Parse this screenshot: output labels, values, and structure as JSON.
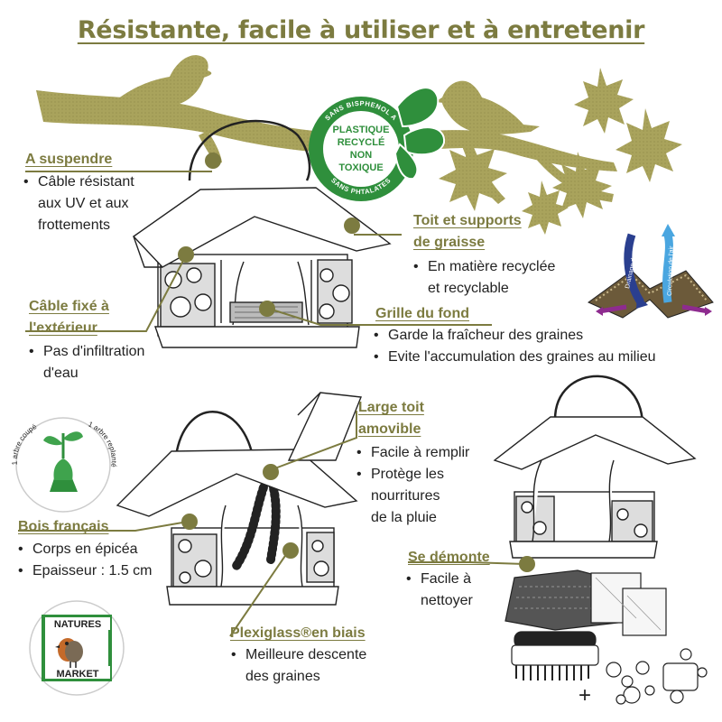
{
  "title": "Résistante, facile à utiliser et à entretenir",
  "badges": {
    "recycled": {
      "ring_top": "SANS BISPHENOL A",
      "ring_bottom": "SANS PHTALATES",
      "line1": "PLASTIQUE",
      "line2": "RECYCLÉ",
      "line3": "NON",
      "line4": "TOXIQUE"
    },
    "tree": {
      "left_text": "1 arbre coupé",
      "right_text": "1 arbre replanté"
    },
    "brand": {
      "line1": "NATURES",
      "line2": "MARKET"
    },
    "airflow": {
      "left": "Drainage de l'eau",
      "right": "Circulation de l'air"
    }
  },
  "features": {
    "suspendre": {
      "label": "A suspendre",
      "lines": [
        "Câble résistant",
        "aux UV et aux",
        "frottements"
      ]
    },
    "toit": {
      "label_line1": "Toit et supports",
      "label_line2": "de graisse",
      "lines": [
        "En matière recyclée",
        "et recyclable"
      ]
    },
    "cable": {
      "label_line1": "Câble fixé à",
      "label_line2": "l'extérieur",
      "lines": [
        "Pas d'infiltration",
        "d'eau"
      ]
    },
    "grille": {
      "label": "Grille du fond",
      "items": [
        "Garde la fraîcheur des graines",
        "Evite l'accumulation des graines au milieu"
      ]
    },
    "large_toit": {
      "label_line1": "Large toit",
      "label_line2": "amovible",
      "items": [
        [
          "Facile à remplir"
        ],
        [
          "Protège les",
          "nourritures",
          "de la pluie"
        ]
      ]
    },
    "bois": {
      "label": "Bois français",
      "items": [
        "Corps en épicéa",
        "Epaisseur : 1.5 cm"
      ]
    },
    "demonte": {
      "label": "Se démonte",
      "lines": [
        "Facile à",
        "nettoyer"
      ]
    },
    "plexi": {
      "label": "Plexiglass®en biais",
      "lines": [
        "Meilleure descente",
        "des graines"
      ]
    }
  },
  "plus_sign": "+",
  "colors": {
    "olive": "#7c7b40",
    "leaf": "#a09a55",
    "green": "#2f8f3c",
    "text": "#222222"
  }
}
